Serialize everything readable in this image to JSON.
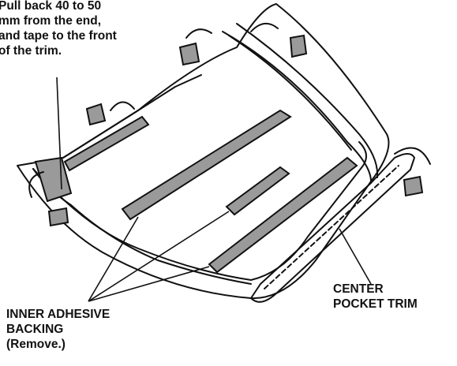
{
  "labels": {
    "pullback_note": [
      "Pull back 40 to 50",
      "mm from the end,",
      "and tape to the front",
      "of the trim."
    ],
    "center_pocket_trim": [
      "CENTER",
      "POCKET TRIM"
    ],
    "inner_adhesive_backing": [
      "INNER ADHESIVE",
      "BACKING",
      "(Remove.)"
    ]
  },
  "colors": {
    "line": "#111111",
    "fill_gray": "#9a9a9a",
    "background": "#ffffff"
  }
}
